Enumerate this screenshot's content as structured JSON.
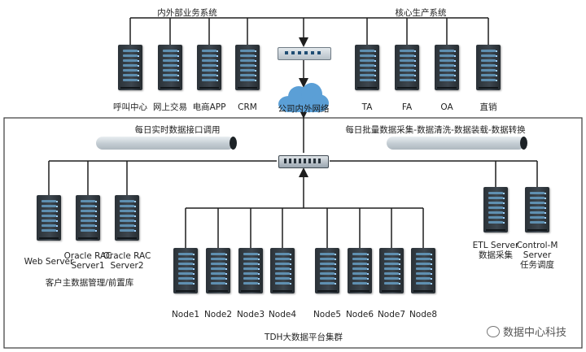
{
  "top_groups": {
    "internal_external": "内外部业务系统",
    "core_production": "核心生产系统"
  },
  "top_servers": [
    {
      "label": "呼叫中心"
    },
    {
      "label": "网上交易"
    },
    {
      "label": "电商APP"
    },
    {
      "label": "CRM"
    },
    {
      "label": "TA"
    },
    {
      "label": "FA"
    },
    {
      "label": "OA"
    },
    {
      "label": "直销"
    }
  ],
  "cloud_label": "公司内外网络",
  "channels": {
    "realtime": "每日实时数据接口调用",
    "batch": "每日批量数据采集-数据清洗-数据装载-数据转换"
  },
  "left_servers": [
    {
      "label": "Web Server"
    },
    {
      "label": "Oracle RAC\nServer1"
    },
    {
      "label": "Oracle RAC\nServer2"
    }
  ],
  "left_caption": "客户主数据管理/前置库",
  "right_servers": [
    {
      "label": "ETL Server\n数据采集"
    },
    {
      "label": "Control-M\nServer\n任务调度"
    }
  ],
  "cluster_nodes": [
    {
      "label": "Node1"
    },
    {
      "label": "Node2"
    },
    {
      "label": "Node3"
    },
    {
      "label": "Node4"
    },
    {
      "label": "Node5"
    },
    {
      "label": "Node6"
    },
    {
      "label": "Node7"
    },
    {
      "label": "Node8"
    }
  ],
  "cluster_caption": "TDH大数据平台集群",
  "watermark": "数据中心科技",
  "colors": {
    "wire": "#1e1e1e",
    "cloud": "#5b9fd6",
    "server_body": "#333b42",
    "server_slot": "#5f8fb0",
    "frame": "#3a3a3a"
  },
  "icons": {
    "server": "server-rack-icon",
    "switch": "network-switch-icon",
    "cloud": "cloud-icon",
    "pipe": "data-pipe-icon",
    "watermark": "wechat-logo-icon"
  }
}
